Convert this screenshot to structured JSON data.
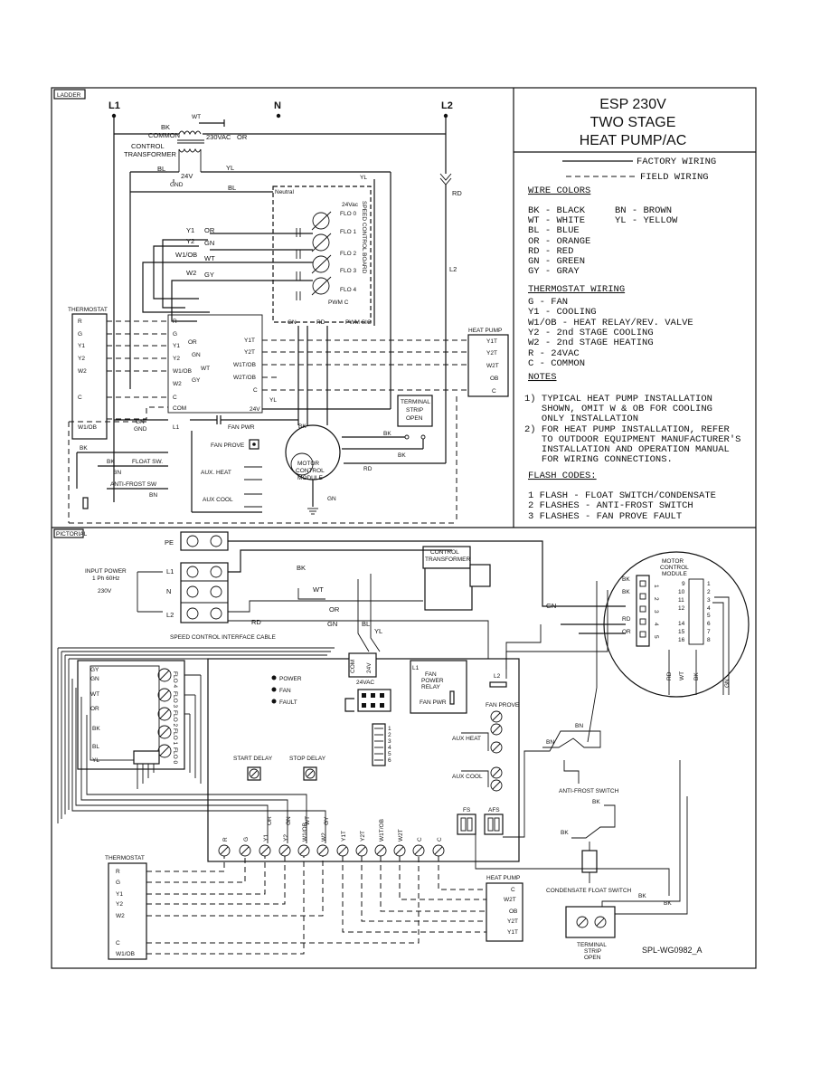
{
  "frame": {
    "ladder_label": "LADDER",
    "pictorial_label": "PICTORIAL",
    "drawing_number": "SPL-WG0982_A"
  },
  "title": {
    "line1": "ESP 230V",
    "line2": "TWO STAGE",
    "line3": "HEAT PUMP/AC"
  },
  "legend": {
    "factory": "FACTORY WIRING",
    "field": "FIELD WIRING",
    "wire_colors_heading": "WIRE COLORS",
    "wire_colors": [
      "BK - BLACK",
      "WT - WHITE",
      "BL - BLUE",
      "OR - ORANGE",
      "RD - RED",
      "GN - GREEN",
      "GY - GRAY"
    ],
    "wire_colors_2": [
      "BN - BROWN",
      "YL - YELLOW"
    ],
    "thermostat_heading": "THERMOSTAT WIRING",
    "thermostat_wiring": [
      "G - FAN",
      "Y1 - COOLING",
      "W1/OB - HEAT RELAY/REV. VALVE",
      "Y2 - 2nd STAGE COOLING",
      "W2 - 2nd STAGE HEATING",
      "R - 24VAC",
      "C - COMMON"
    ],
    "notes_heading": "NOTES",
    "notes": [
      "1) TYPICAL HEAT PUMP INSTALLATION",
      "   SHOWN, OMIT W & OB FOR COOLING",
      "   ONLY INSTALLATION",
      "2) FOR HEAT PUMP INSTALLATION, REFER",
      "   TO OUTDOOR EQUIPMENT MANUFACTURER'S",
      "   INSTALLATION AND OPERATION MANUAL",
      "   FOR WIRING CONNECTIONS."
    ],
    "flash_heading": "FLASH CODES:",
    "flash_codes": [
      "1 FLASH - FLOAT SWITCH/CONDENSATE",
      "2 FLASHES - ANTI-FROST SWITCH",
      "3 FLASHES - FAN PROVE FAULT"
    ]
  },
  "ladder": {
    "l1": "L1",
    "n": "N",
    "l2": "L2",
    "bk": "BK",
    "wt": "WT",
    "common": "COMMON",
    "v230": "230VAC",
    "or": "OR",
    "control_transformer": [
      "CONTROL",
      "TRANSFORMER"
    ],
    "bl": "BL",
    "yl": "YL",
    "v24": "24V",
    "gnd": "GND",
    "rd": "RD",
    "l2b": "L2",
    "neutral": "Neutral",
    "v24ac": "24Vac",
    "flo": [
      "FLO 0",
      "FLO 1",
      "FLO 2",
      "FLO 3",
      "FLO 4"
    ],
    "pwm_c": "PWM C",
    "pwm_sig": "PWM SIG",
    "gn": "GN",
    "speed_board": "SPEED CONTROL BOARD",
    "wire_tags": [
      "Y1",
      "OR",
      "Y2",
      "GN",
      "W1/OB",
      "WT",
      "W2",
      "GY"
    ],
    "thermostat": "THERMOSTAT",
    "tstat_terms": [
      "R",
      "G",
      "Y1",
      "Y2",
      "W2",
      "C",
      "W1/OB"
    ],
    "board_terms": [
      "R",
      "G",
      "Y1",
      "Y2",
      "W1/OB",
      "W2",
      "C",
      "COM",
      "L1"
    ],
    "right_terms": [
      "Y1T",
      "Y2T",
      "W1T/OB",
      "W2T/OB",
      "C",
      "24V"
    ],
    "heat_pump": "HEAT PUMP",
    "hp_terms": [
      "Y1T",
      "Y2T",
      "W2T",
      "OB",
      "C"
    ],
    "terminal_strip": [
      "TERMINAL",
      "STRIP",
      "OPEN"
    ],
    "fan_pwr": "FAN PWR",
    "fan_prove": "FAN PROVE",
    "aux_heat": "AUX. HEAT",
    "aux_cool": "AUX COOL",
    "float_sw": "FLOAT SW.",
    "anti_frost": "ANTI-FROST SW",
    "motor": [
      "MOTOR",
      "CONTROL",
      "MODULE"
    ],
    "bn": "BN"
  },
  "pictorial": {
    "pe": "PE",
    "l1": "L1",
    "n": "N",
    "l2": "L2",
    "input_power": [
      "INPUT POWER",
      "1 Ph 60Hz"
    ],
    "v230": "230V",
    "control_transformer": [
      "CONTROL",
      "TRANSFORMER"
    ],
    "bk": "BK",
    "wt": "WT",
    "or": "OR",
    "rd": "RD",
    "gn": "GN",
    "bl": "BL",
    "yl": "YL",
    "speed_cable": "SPEED CONTROL INTERFACE CABLE",
    "com": "COM",
    "v24": "24V",
    "v24ac": "24VAC",
    "fan_power_relay": [
      "L1",
      "FAN",
      "POWER",
      "RELAY"
    ],
    "fan_pwr": "FAN PWR",
    "leds": [
      "POWER",
      "FAN",
      "FAULT"
    ],
    "dip": [
      "1",
      "2",
      "3",
      "4",
      "5",
      "6"
    ],
    "start_delay": "START DELAY",
    "stop_delay": "STOP DELAY",
    "fan_prove": "FAN PROVE",
    "aux_heat": "AUX HEAT",
    "aux_cool": "AUX COOL",
    "fs": "FS",
    "afs": "AFS",
    "bottom_terms": [
      "R",
      "G",
      "Y1",
      "Y2",
      "W1/OB",
      "W2",
      "Y1T",
      "Y2T",
      "W1T/OB",
      "W2T",
      "C",
      "C"
    ],
    "bottom_wires": [
      "OR",
      "GN",
      "WT",
      "GY"
    ],
    "left_colors": [
      "GY",
      "GN",
      "WT",
      "OR",
      "BK",
      "BL",
      "YL"
    ],
    "flo_right": [
      "FLO 4",
      "FLO 3",
      "FLO 2",
      "FLO 1",
      "FLO 0"
    ],
    "thermostat": "THERMOSTAT",
    "tstat_terms": [
      "R",
      "G",
      "Y1",
      "Y2",
      "W2",
      "C",
      "W1/OB"
    ],
    "heat_pump": "HEAT PUMP",
    "hp_terms": [
      "C",
      "W2T",
      "OB",
      "Y2T",
      "Y1T"
    ],
    "motor": [
      "MOTOR",
      "CONTROL",
      "MODULE"
    ],
    "motor_pins_l": [
      "1",
      "2",
      "3",
      "4",
      "5"
    ],
    "motor_wires": [
      "BK",
      "BK",
      "",
      "RD",
      "OR"
    ],
    "motor_grid": [
      "9",
      "10",
      "11",
      "12",
      "14",
      "15",
      "16"
    ],
    "motor_grid_r": [
      "1",
      "2",
      "3",
      "4",
      "5",
      "6",
      "7",
      "8"
    ],
    "motor_drop": [
      "RD",
      "WT",
      "BK",
      "GN"
    ],
    "anti_frost": "ANTI-FROST SWITCH",
    "condensate": "CONDENSATE FLOAT SWITCH",
    "terminal_strip": [
      "TERMINAL",
      "STRIP",
      "OPEN"
    ],
    "bn": "BN",
    "l2b": "L2"
  }
}
